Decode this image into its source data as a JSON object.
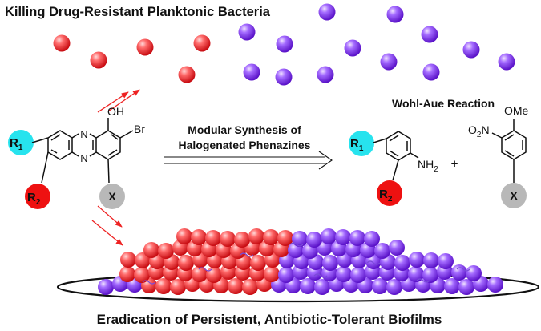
{
  "title_top": "Killing Drug-Resistant Planktonic Bacteria",
  "title_bottom": "Eradication of Persistent, Antibiotic-Tolerant Biofilms",
  "reaction": {
    "name": "Wohl-Aue Reaction",
    "arrow_line1": "Modular Synthesis of",
    "arrow_line2": "Halogenated Phenazines",
    "plus": "+"
  },
  "phenazine": {
    "oh": "OH",
    "br": "Br",
    "r1": "R",
    "r1_sub": "1",
    "r2": "R",
    "r2_sub": "2",
    "x": "X",
    "n_top": "N",
    "n_bottom": "N"
  },
  "aniline": {
    "r1": "R",
    "r1_sub": "1",
    "r2": "R",
    "r2_sub": "2",
    "nh": "NH",
    "nh_sub": "2"
  },
  "nitroanisole": {
    "ome": "OMe",
    "o2n_o": "O",
    "o2n_sub": "2",
    "o2n_n": "N",
    "x": "X"
  },
  "colors": {
    "red_bacteria": "#e8262a",
    "purple_bacteria": "#8a3cf0",
    "r1_cyan": "#27e3ee",
    "r2_red": "#ee1111",
    "x_gray": "#b8b8b8",
    "arrow_red": "#ee2222"
  }
}
